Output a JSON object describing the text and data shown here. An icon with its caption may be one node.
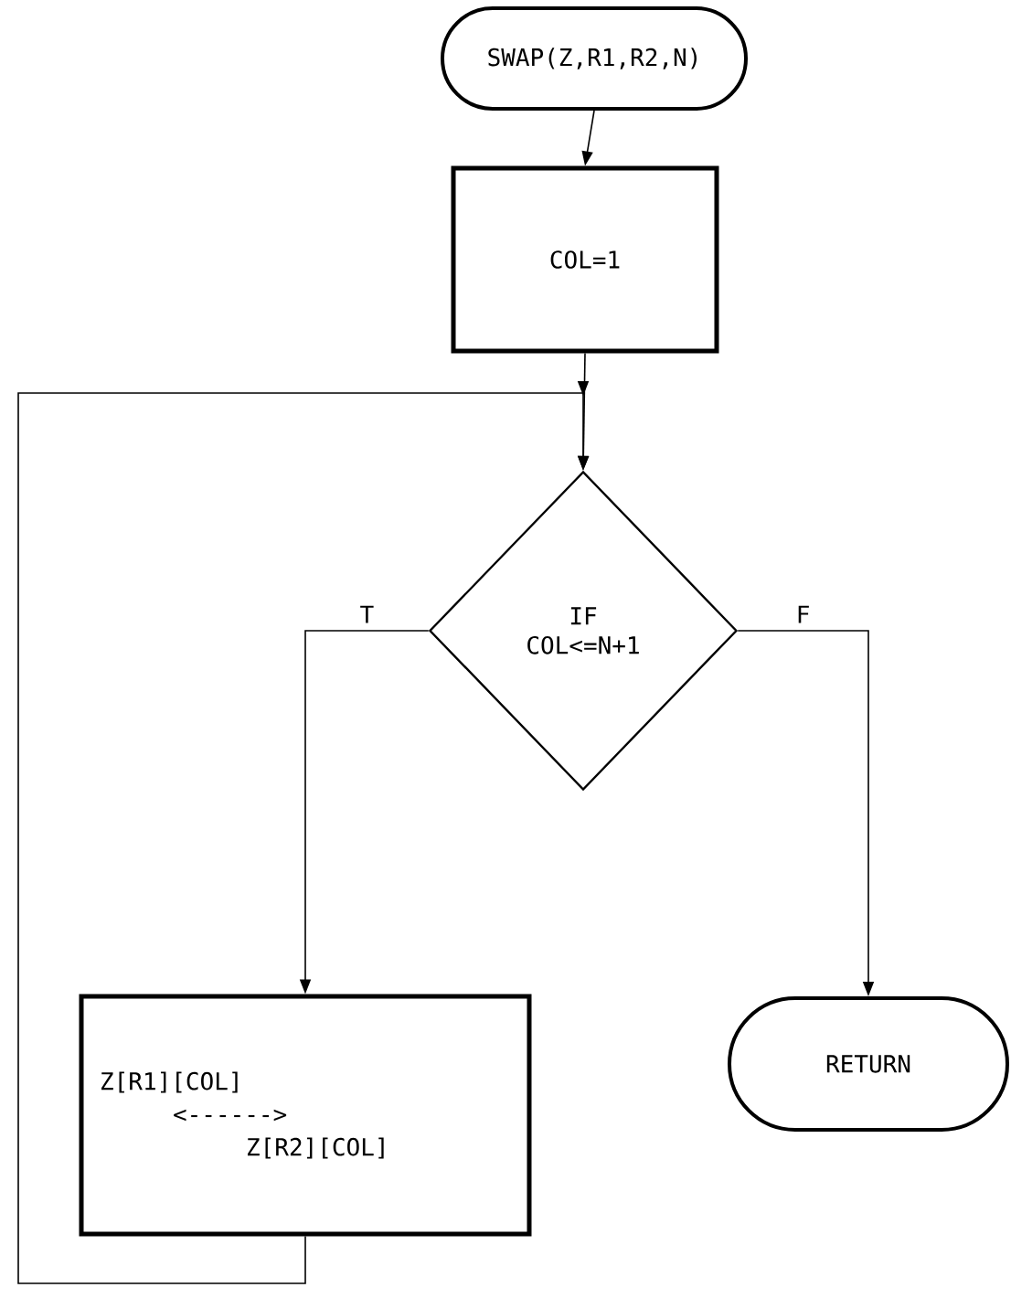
{
  "diagram": {
    "nodes": [
      {
        "text": [
          "SWAP(Z,R1,R2,N)"
        ]
      },
      {
        "text": [
          "COL=1"
        ]
      },
      {
        "text": [
          "IF COL<=N+1"
        ]
      },
      {
        "text": [
          "Z[R1][COL]",
          "<------>",
          "Z[R2][COL]"
        ]
      },
      {
        "text": [
          "RETURN"
        ]
      }
    ],
    "edges": [
      {
        "from": 0,
        "to": 1,
        "arrow": "to"
      },
      {
        "from": 1,
        "to": 2,
        "arrow": "to"
      },
      {
        "from": 2,
        "to": 3,
        "arrow": "to",
        "label": "T"
      },
      {
        "from": 2,
        "to": 4,
        "arrow": "to",
        "label": "F"
      },
      {
        "from": 3,
        "to": 2,
        "arrow": "to"
      }
    ]
  }
}
